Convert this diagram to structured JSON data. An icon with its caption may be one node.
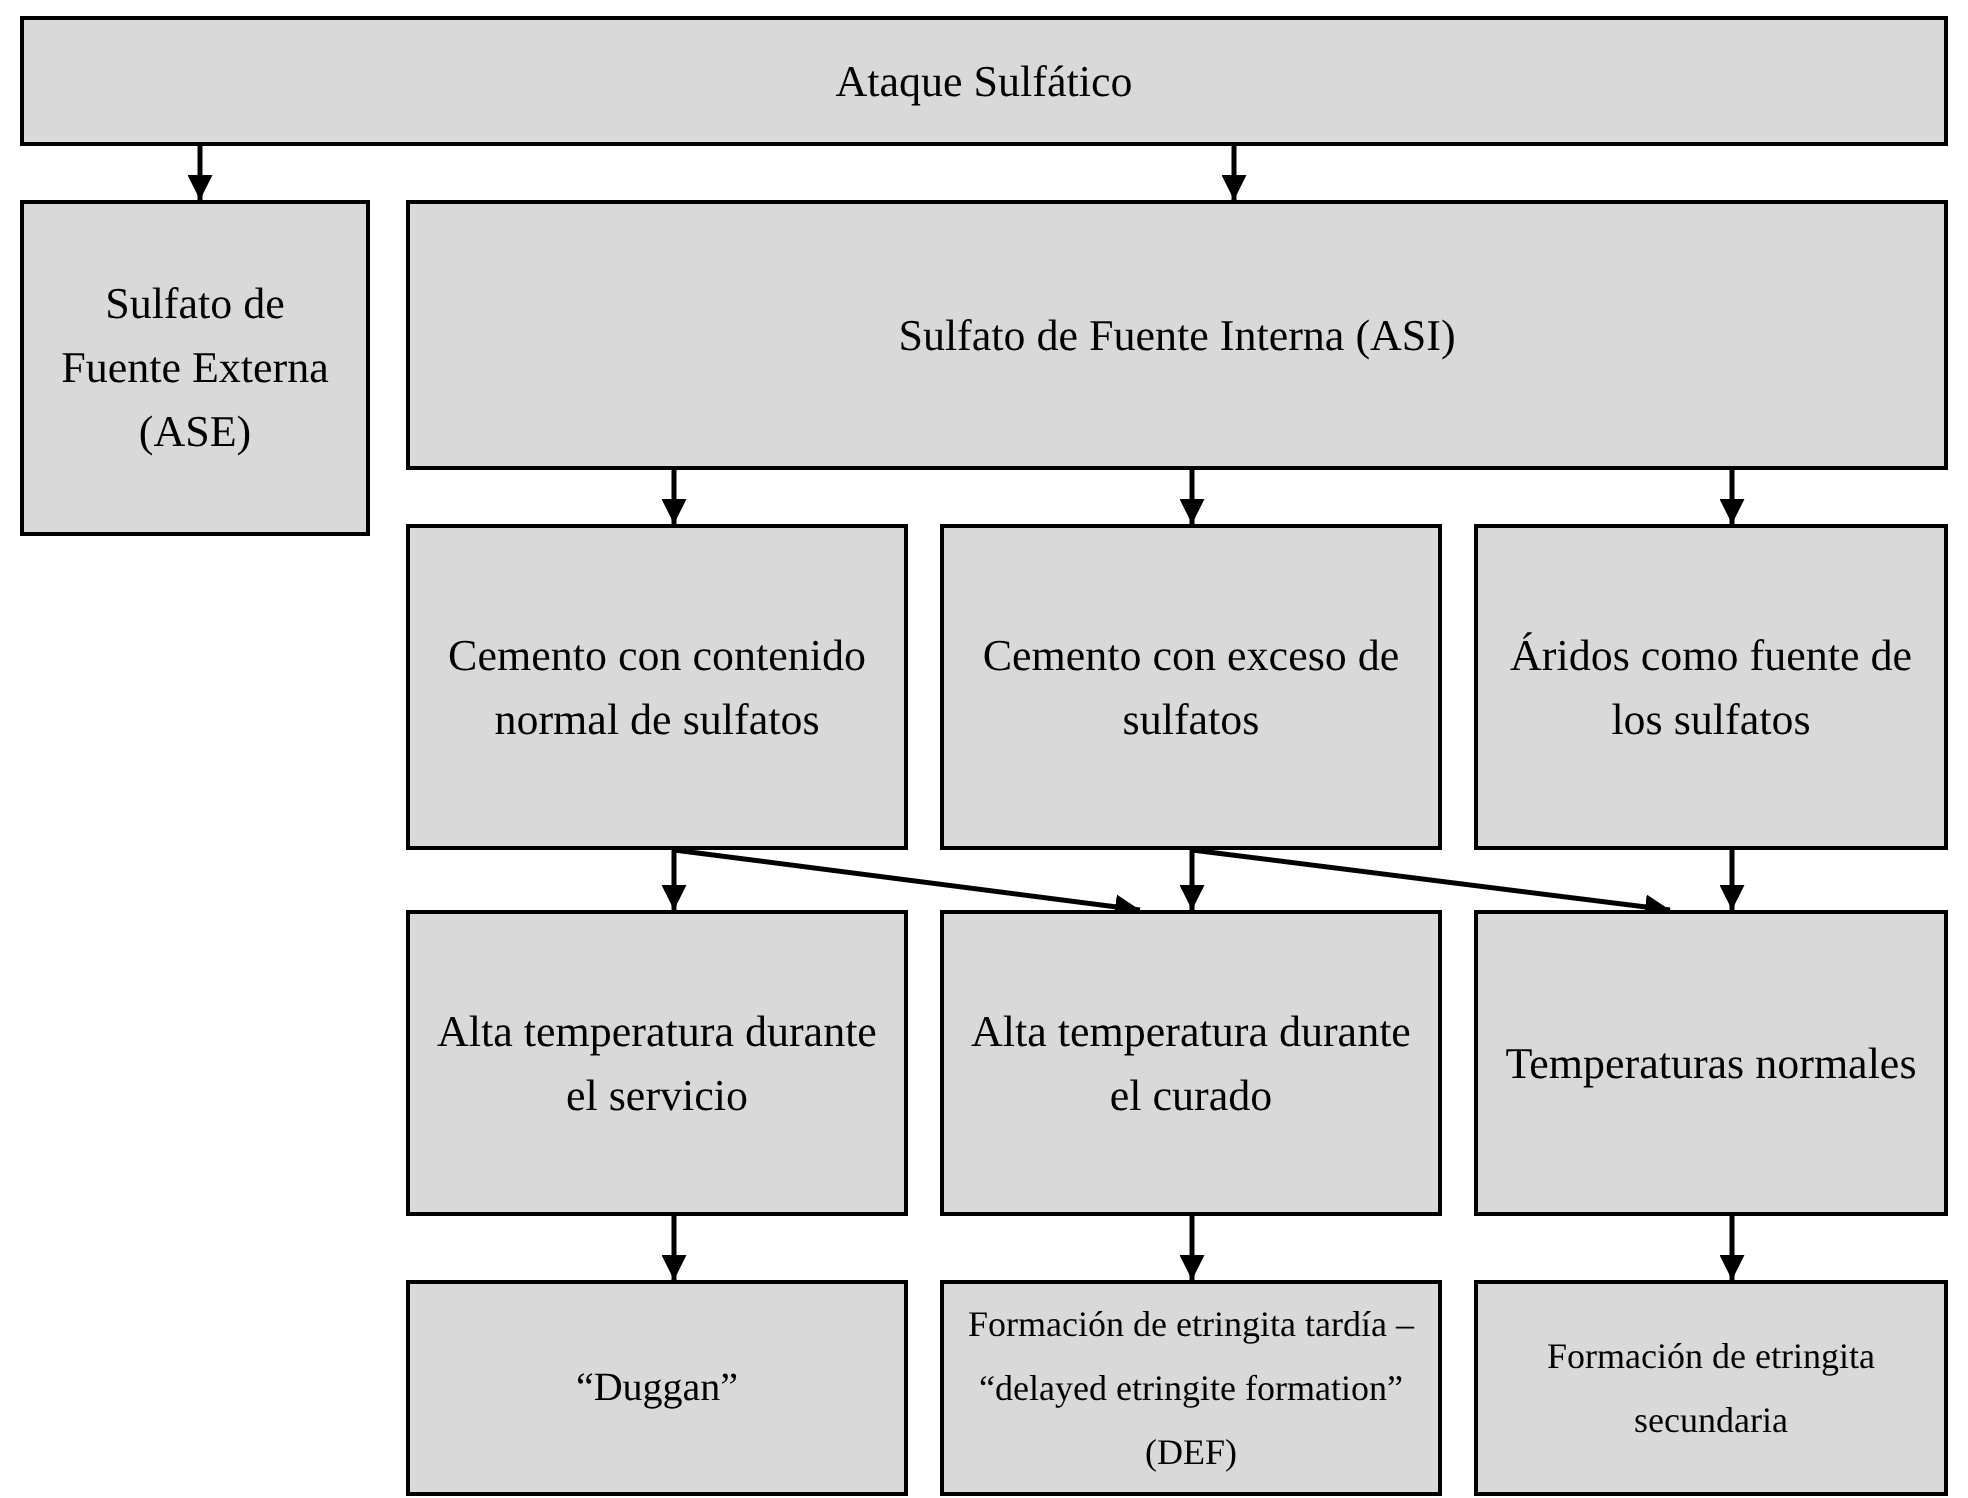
{
  "diagram": {
    "nodes": [
      {
        "text": [
          "Ataque Sulfático"
        ]
      },
      {
        "text": [
          "Sulfato de Fuente Externa (ASE)"
        ]
      },
      {
        "text": [
          "Sulfato de Fuente Interna (ASI)"
        ]
      },
      {
        "text": [
          "Cemento con contenido normal de sulfatos"
        ]
      },
      {
        "text": [
          "Cemento con exceso de sulfatos"
        ]
      },
      {
        "text": [
          "Áridos como fuente de los sulfatos"
        ]
      },
      {
        "text": [
          "Alta temperatura durante el servicio"
        ]
      },
      {
        "text": [
          "Alta temperatura durante el curado"
        ]
      },
      {
        "text": [
          "Temperaturas normales"
        ]
      },
      {
        "text": [
          "“Duggan”"
        ]
      },
      {
        "text": [
          "Formación de etringita tardía – “delayed etringite formation” (DEF)"
        ]
      },
      {
        "text": [
          "Formación de etringita secundaria"
        ]
      }
    ],
    "edges": [
      {
        "from": 0,
        "to": 1,
        "arrow": "to"
      },
      {
        "from": 0,
        "to": 2,
        "arrow": "to"
      },
      {
        "from": 2,
        "to": 3,
        "arrow": "to"
      },
      {
        "from": 2,
        "to": 4,
        "arrow": "to"
      },
      {
        "from": 2,
        "to": 5,
        "arrow": "to"
      },
      {
        "from": 3,
        "to": 6,
        "arrow": "to"
      },
      {
        "from": 3,
        "to": 7,
        "arrow": "to"
      },
      {
        "from": 4,
        "to": 7,
        "arrow": "to"
      },
      {
        "from": 4,
        "to": 8,
        "arrow": "to"
      },
      {
        "from": 5,
        "to": 8,
        "arrow": "to"
      },
      {
        "from": 6,
        "to": 9,
        "arrow": "to"
      },
      {
        "from": 7,
        "to": 10,
        "arrow": "to"
      },
      {
        "from": 8,
        "to": 11,
        "arrow": "to"
      }
    ]
  }
}
